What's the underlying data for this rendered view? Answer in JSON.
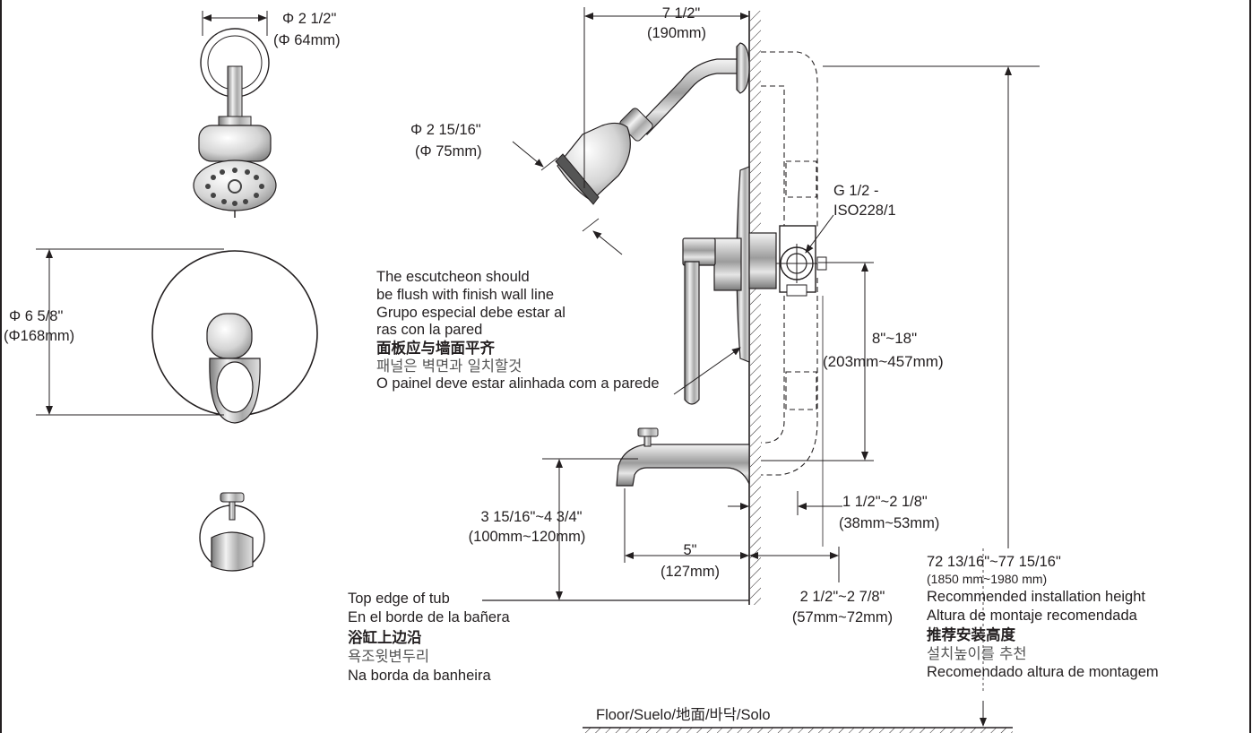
{
  "dimensions": {
    "shower_arm_flange": {
      "imperial": "Φ 2 1/2\"",
      "metric": "(Φ 64mm)"
    },
    "arm_reach": {
      "imperial": "7 1/2\"",
      "metric": "(190mm)"
    },
    "showerhead_face": {
      "imperial": "Φ 2 15/16\"",
      "metric": "(Φ 75mm)"
    },
    "escutcheon": {
      "imperial": "Φ 6 5/8\"",
      "metric": "(Φ168mm)"
    },
    "valve_outlet_thread": {
      "line1": "G 1/2 -",
      "line2": "ISO228/1"
    },
    "valve_to_spout": {
      "imperial": "8\"~18\"",
      "metric": "(203mm~457mm)"
    },
    "spout_above_tub": {
      "imperial": "3 15/16\"~4 3/4\"",
      "metric": "(100mm~120mm)"
    },
    "spout_projection": {
      "imperial": "5\"",
      "metric": "(127mm)"
    },
    "spout_wall_depth": {
      "imperial": "1 1/2\"~2 1/8\"",
      "metric": "(38mm~53mm)"
    },
    "valve_wall_depth": {
      "imperial": "2 1/2\"~2 7/8\"",
      "metric": "(57mm~72mm)"
    }
  },
  "notes": {
    "escutcheon_flush": [
      "The escutcheon should",
      "be flush with finish wall line",
      "Grupo especial debe estar al",
      "ras con la pared",
      "面板应与墙面平齐",
      "패널은 벽면과 일치할것",
      "O painel deve estar alinhada com a parede"
    ],
    "tub_edge": [
      "Top edge of tub",
      "En el borde de la bañera",
      "浴缸上边沿",
      "욕조윗변두리",
      "Na borda da banheira"
    ],
    "install_height": {
      "imperial": "72 13/16\"~77 15/16\"",
      "metric": "(1850 mm~1980 mm)",
      "lines": [
        "Recommended installation height",
        "Altura de montaje recomendada",
        "推荐安装高度",
        "설치높이를 추천",
        "Recomendado altura de montagem"
      ]
    },
    "floor": "Floor/Suelo/地面/바닥/Solo"
  },
  "colors": {
    "ink": "#231f20",
    "metal_mid": "#bdbdbd",
    "metal_dark": "#5a5a5a",
    "metal_light": "#f2f2f2"
  }
}
